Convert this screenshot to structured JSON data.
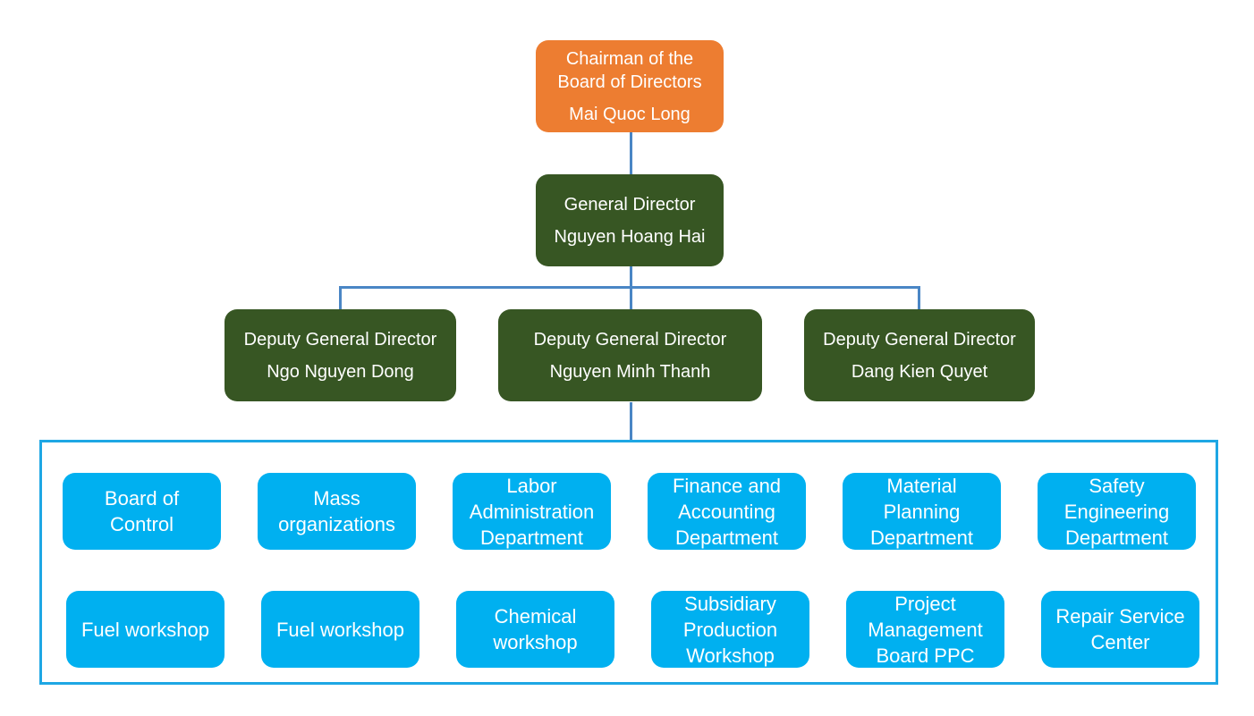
{
  "chart": {
    "chairman": {
      "title_line1": "Chairman of the",
      "title_line2": "Board of Directors",
      "name": "Mai Quoc Long"
    },
    "general_director": {
      "title": "General Director",
      "name": "Nguyen Hoang Hai"
    },
    "deputies": [
      {
        "title": "Deputy General Director",
        "name": "Ngo Nguyen Dong"
      },
      {
        "title": "Deputy General Director",
        "name": "Nguyen Minh Thanh"
      },
      {
        "title": "Deputy General Director",
        "name": "Dang Kien Quyet"
      }
    ],
    "departments_row1": [
      {
        "lines": [
          "Board of",
          "Control"
        ]
      },
      {
        "lines": [
          "Mass",
          "organizations"
        ]
      },
      {
        "lines": [
          "Labor",
          "Administration",
          "Department"
        ]
      },
      {
        "lines": [
          "Finance and",
          "Accounting",
          "Department"
        ]
      },
      {
        "lines": [
          "Material",
          "Planning",
          "Department"
        ]
      },
      {
        "lines": [
          "Safety",
          "Engineering",
          "Department"
        ]
      }
    ],
    "departments_row2": [
      {
        "lines": [
          "Fuel workshop"
        ]
      },
      {
        "lines": [
          "Fuel workshop"
        ]
      },
      {
        "lines": [
          "Chemical",
          "workshop"
        ]
      },
      {
        "lines": [
          "Subsidiary",
          "Production",
          "Workshop"
        ]
      },
      {
        "lines": [
          "Project",
          "Management",
          "Board PPC"
        ]
      },
      {
        "lines": [
          "Repair Service",
          "Center"
        ]
      }
    ]
  },
  "colors": {
    "chairman": "#ed7d31",
    "director": "#375623",
    "department": "#00b0f0",
    "connector": "#4a86c5",
    "frame": "#1ea7e4"
  }
}
